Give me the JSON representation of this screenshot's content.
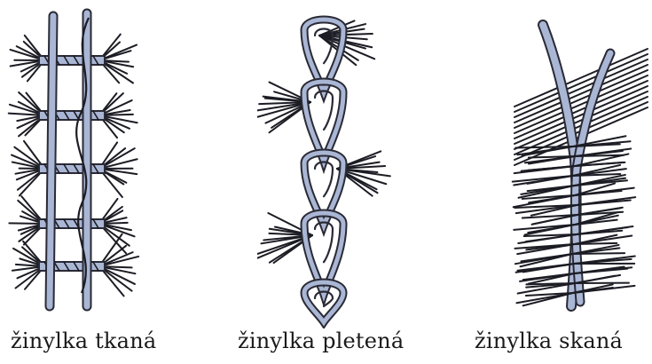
{
  "figure": {
    "panels": [
      {
        "id": "woven",
        "caption": "žinylka tkaná"
      },
      {
        "id": "knitted",
        "caption": "žinylka pletená"
      },
      {
        "id": "twisted",
        "caption": "žinylka skaná"
      }
    ],
    "colors": {
      "background": "#ffffff",
      "ink": "#1c1c24",
      "core_thread_fill": "#a9b6d4",
      "core_thread_outline": "#2a2a36"
    }
  }
}
